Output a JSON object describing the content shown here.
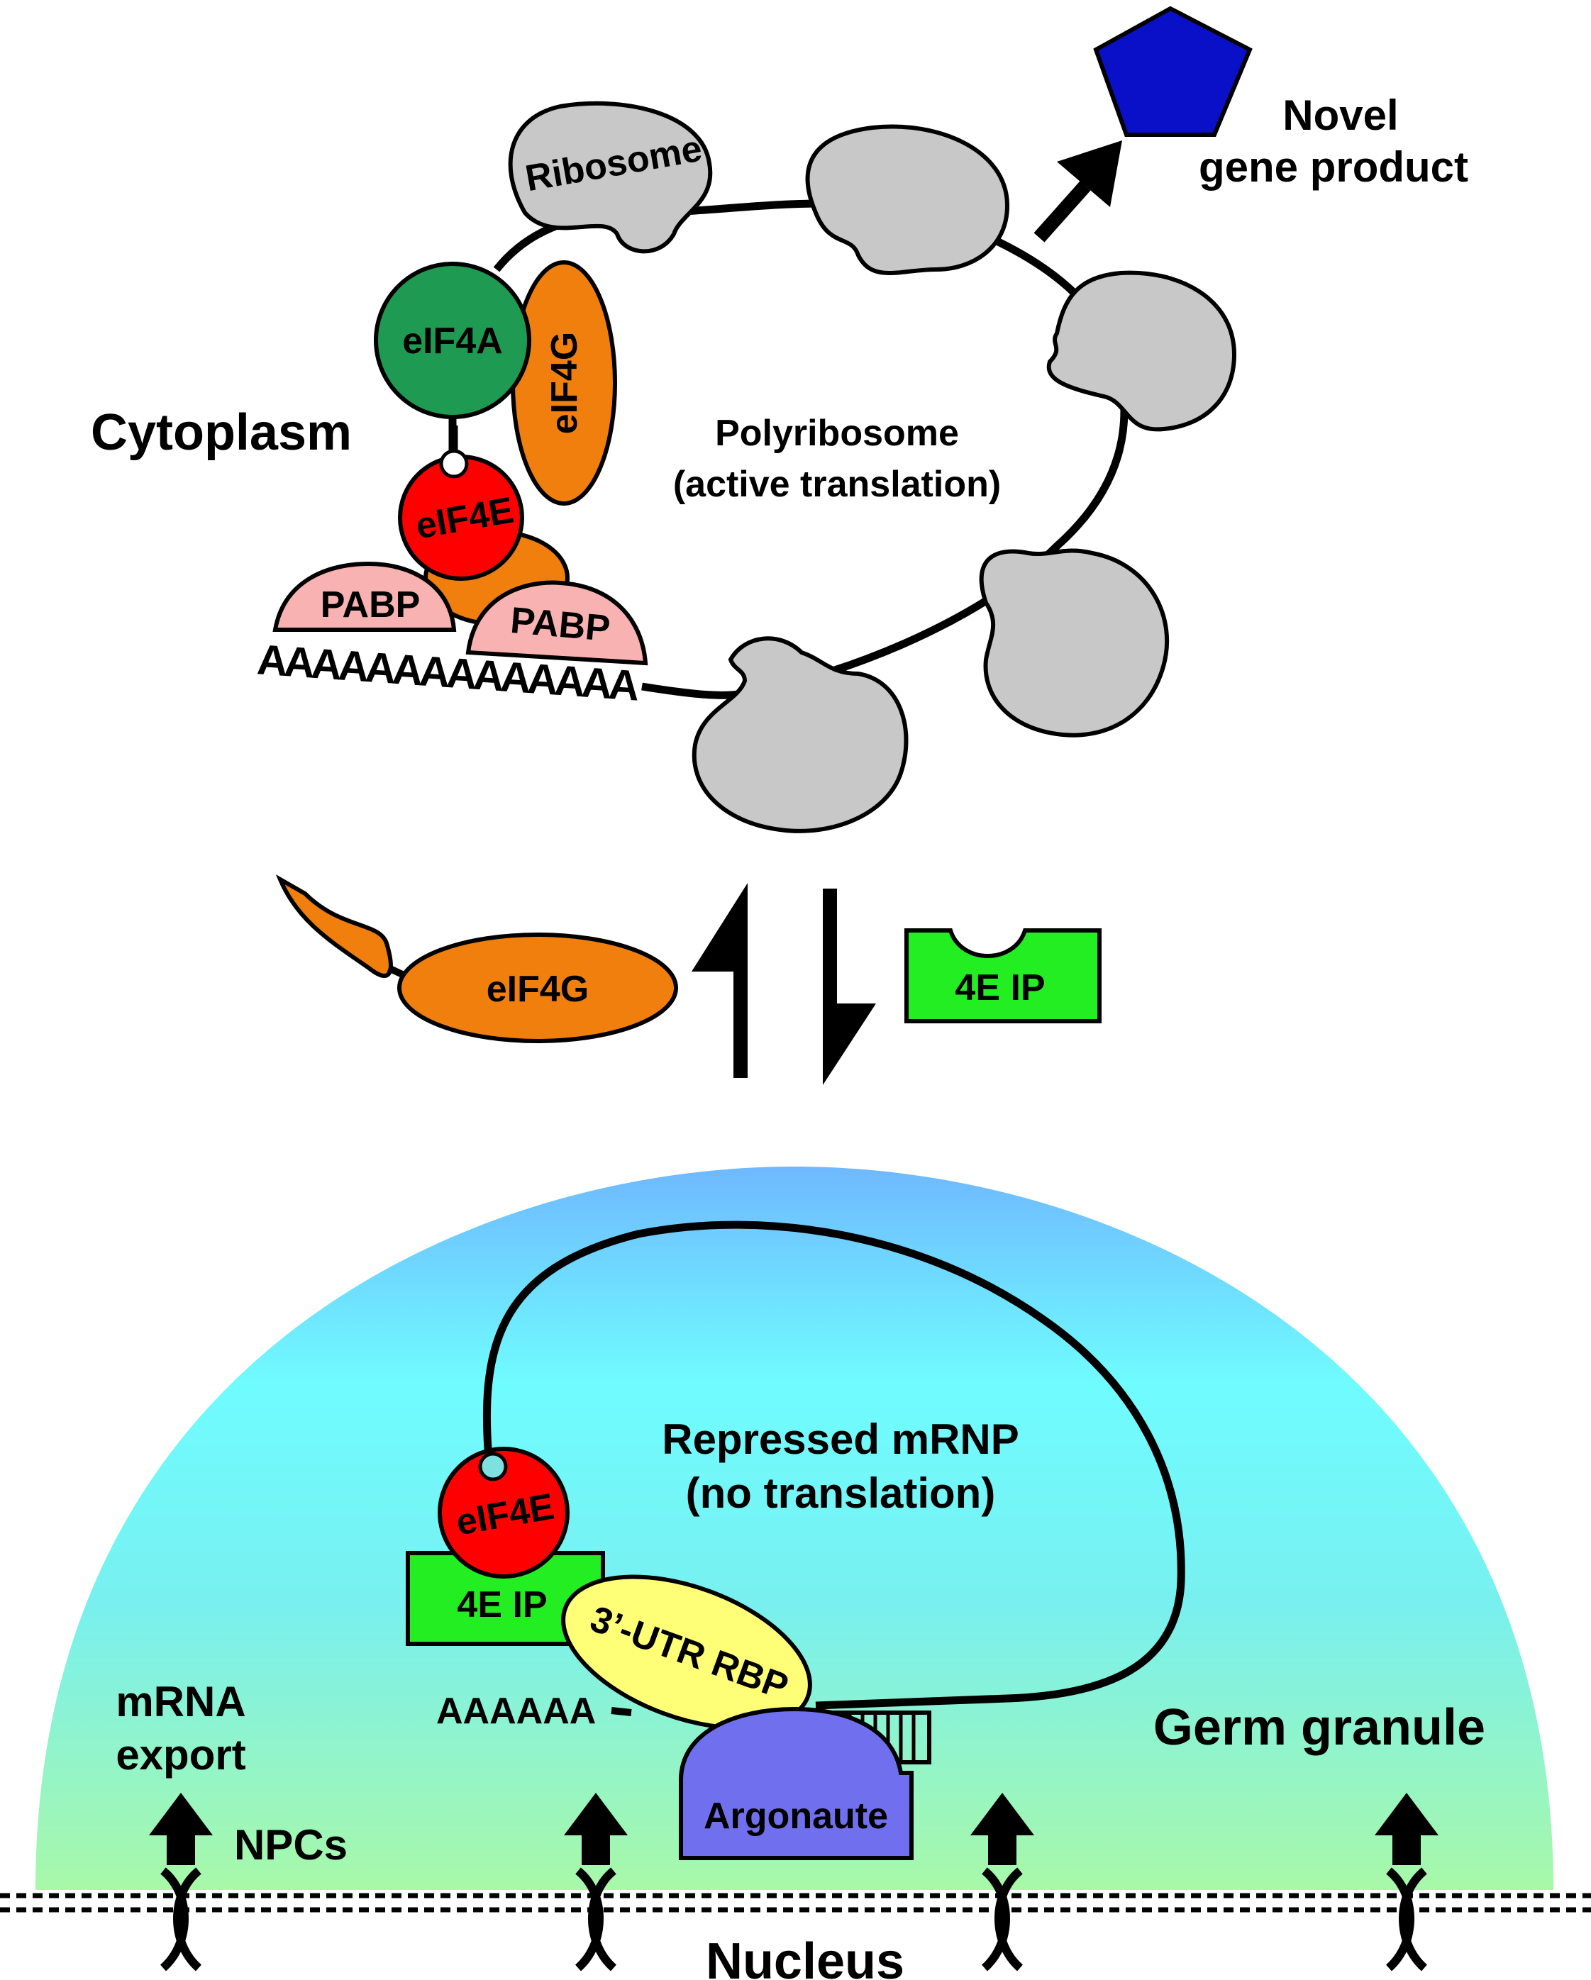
{
  "labels": {
    "cytoplasm": "Cytoplasm",
    "ribosome": "Ribosome",
    "novel_product_line1": "Novel",
    "novel_product_line2": "gene product",
    "polyribosome_line1": "Polyribosome",
    "polyribosome_line2": "(active translation)",
    "eif4a": "eIF4A",
    "eif4g_vertical": "eIF4G",
    "eif4e_top": "eIF4E",
    "pabp_left": "PABP",
    "pabp_right": "PABP",
    "polya_long": "AAAAAAAAAAAAAA",
    "eif4g_free": "eIF4G",
    "fourEIP_free": "4E IP",
    "repressed_line1": "Repressed mRNP",
    "repressed_line2": "(no translation)",
    "eif4e_bottom": "eIF4E",
    "fourEIP_bound": "4E IP",
    "utr_rbp": "3’-UTR RBP",
    "polya_short": "AAAAAA",
    "argonaute": "Argonaute",
    "germ_granule": "Germ granule",
    "mrna_export_line1": "mRNA",
    "mrna_export_line2": "export",
    "npcs": "NPCs",
    "nucleus": "Nucleus"
  },
  "colors": {
    "ribosome": "#c8c8c8",
    "eif4a": "#1f9a52",
    "eif4g": "#f07f0e",
    "eif4e": "#ff0000",
    "pabp": "#f8b2b2",
    "fourEIP": "#22ee22",
    "utr_rbp": "#ffff77",
    "argonaute": "#7070ee",
    "product": "#0a10c8",
    "granule_top": "#6fb8ff",
    "granule_mid": "#6ffcff",
    "granule_bottom": "#a8f8a8"
  }
}
